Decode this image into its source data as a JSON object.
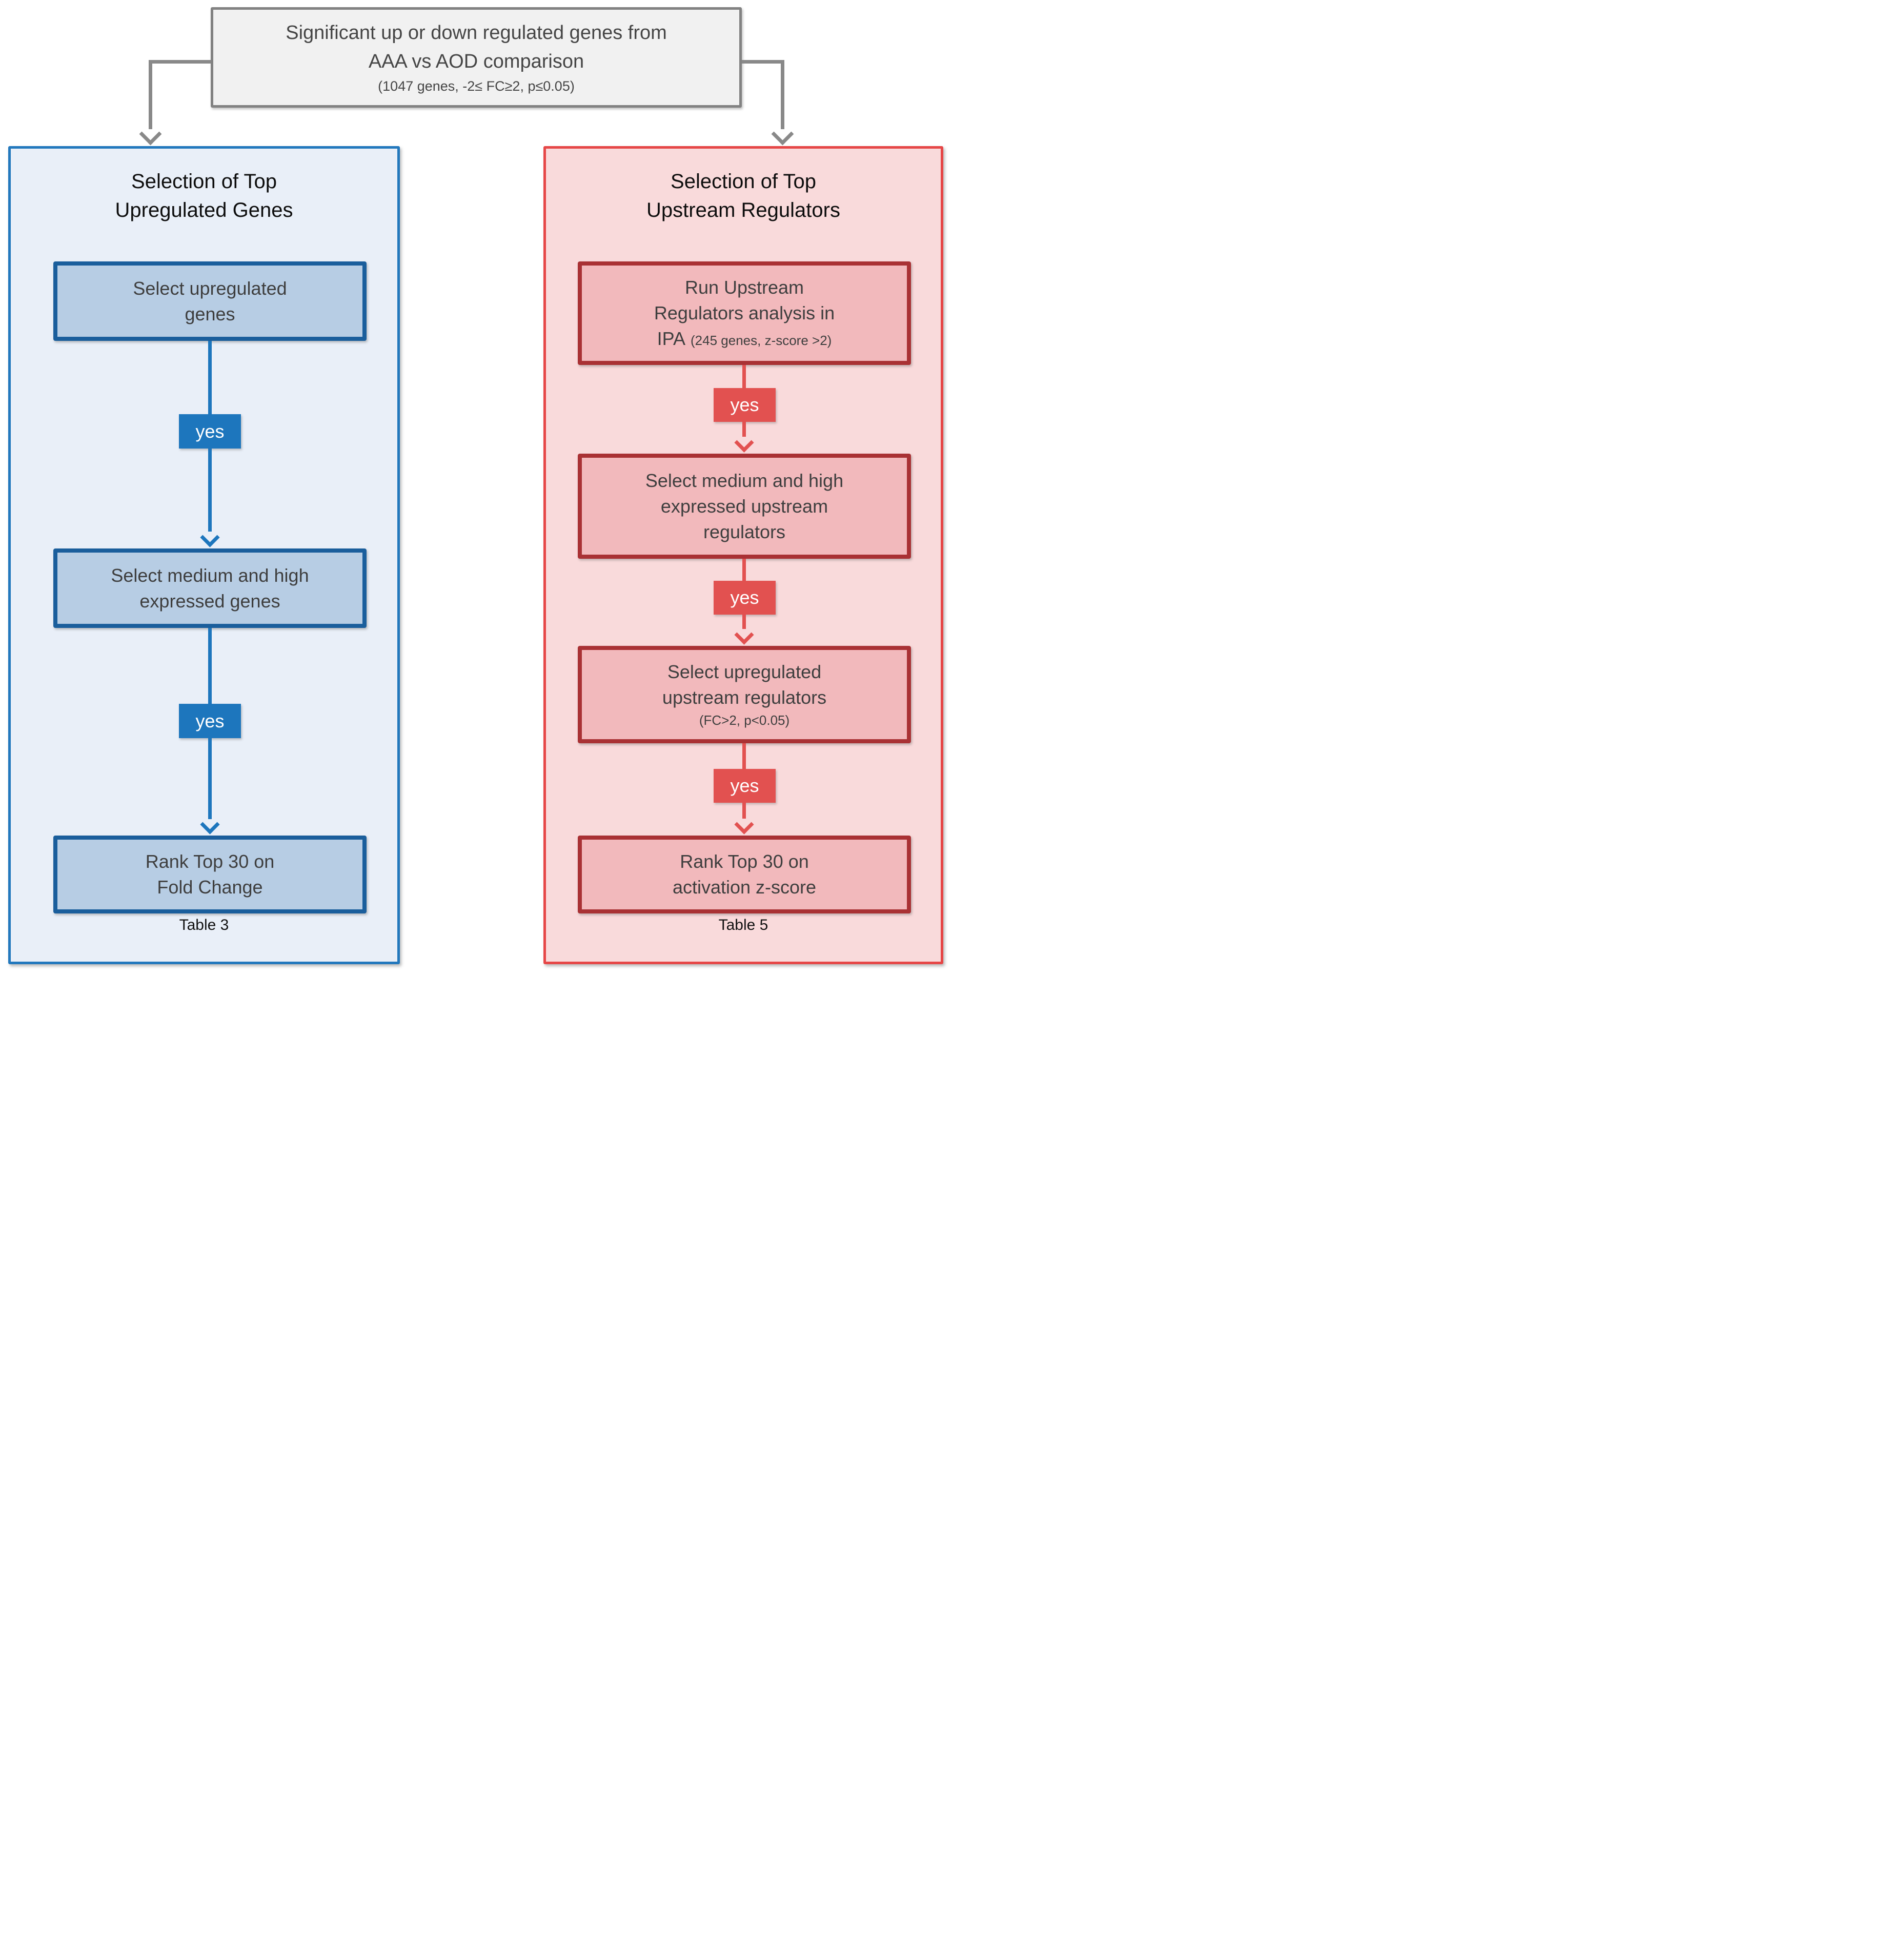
{
  "colors": {
    "top_box_fill": "#f1f1f1",
    "top_box_border": "#828282",
    "connector_gray": "#898989",
    "left_panel_fill": "#e9eff8",
    "left_panel_border": "#2278bd",
    "left_box_fill": "#b7cde4",
    "left_box_border": "#1a5e9c",
    "left_accent": "#1d76bd",
    "right_panel_fill": "#f9dadb",
    "right_panel_border": "#e64747",
    "right_box_fill": "#f2b9bc",
    "right_box_border": "#a93134",
    "right_accent": "#e25150",
    "text_dark": "#3e3e3e",
    "badge_text": "#ffffff"
  },
  "top_box": {
    "line1": "Significant up or down regulated genes from",
    "line2": "AAA vs AOD comparison",
    "line3": "(1047 genes, -2≤ FC≥2, p≤0.05)"
  },
  "left_panel": {
    "title_line1": "Selection of Top",
    "title_line2": "Upregulated Genes",
    "box1": {
      "line1": "Select upregulated",
      "line2": "genes"
    },
    "yes1": "yes",
    "box2": {
      "line1": "Select medium and high",
      "line2": "expressed genes"
    },
    "yes2": "yes",
    "box3": {
      "line1": "Rank Top 30 on",
      "line2": "Fold Change"
    },
    "table_label": "Table 3"
  },
  "right_panel": {
    "title_line1": "Selection of Top",
    "title_line2": "Upstream Regulators",
    "box1": {
      "line1": "Run Upstream",
      "line2": "Regulators analysis in",
      "line3_main": "IPA",
      "line3_small": "(245 genes, z-score >2)"
    },
    "yes1": "yes",
    "box2": {
      "line1": "Select medium and high",
      "line2": "expressed upstream",
      "line3": "regulators"
    },
    "yes2": "yes",
    "box3": {
      "line1": "Select upregulated",
      "line2": "upstream regulators",
      "line3_small": "(FC>2, p<0.05)"
    },
    "yes3": "yes",
    "box4": {
      "line1": "Rank Top 30 on",
      "line2": "activation z-score"
    },
    "table_label": "Table 5"
  }
}
